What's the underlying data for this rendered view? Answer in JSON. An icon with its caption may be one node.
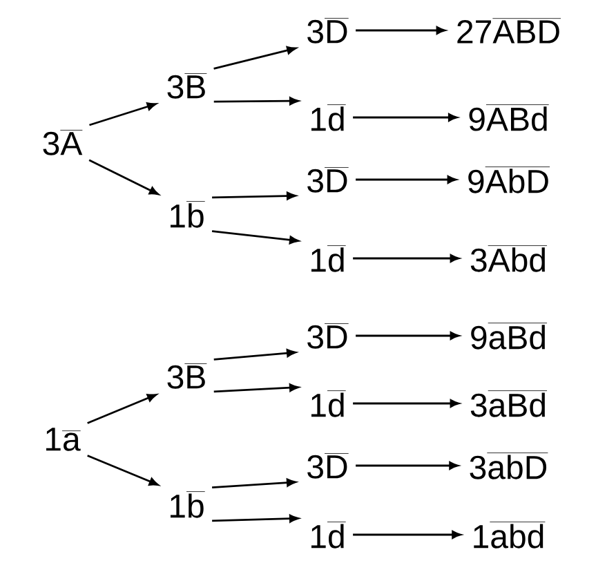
{
  "diagram": {
    "nodes": [
      {
        "text": [
          "\\mathsf{3\\overline{A}}"
        ]
      },
      {
        "text": [
          "\\mathsf{3\\overline{B}}"
        ]
      },
      {
        "text": [
          "\\mathsf{1\\overline{b}}"
        ]
      },
      {
        "text": [
          "\\mathsf{3\\overline{D}}"
        ]
      },
      {
        "text": [
          "\\mathsf{1\\overline{d}}"
        ]
      },
      {
        "text": [
          "\\mathsf{3\\overline{D}}"
        ]
      },
      {
        "text": [
          "\\mathsf{1\\overline{d}}"
        ]
      },
      {
        "text": [
          "\\mathsf{27\\overline{ABD}}"
        ]
      },
      {
        "text": [
          "\\mathsf{9\\overline{ABd}}"
        ]
      },
      {
        "text": [
          "\\mathsf{9\\overline{AbD}}"
        ]
      },
      {
        "text": [
          "\\mathsf{3\\overline{Abd}}"
        ]
      },
      {
        "text": [
          "\\mathsf{1\\overline{a}}"
        ]
      },
      {
        "text": [
          "\\mathsf{3\\overline{B}}"
        ]
      },
      {
        "text": [
          "\\mathsf{1\\overline{b}}"
        ]
      },
      {
        "text": [
          "\\mathsf{3\\overline{D}}"
        ]
      },
      {
        "text": [
          "\\mathsf{1\\overline{d}}"
        ]
      },
      {
        "text": [
          "\\mathsf{3\\overline{D}}"
        ]
      },
      {
        "text": [
          "\\mathsf{1\\overline{d}}"
        ]
      },
      {
        "text": [
          "\\mathsf{9\\overline{aBd}}"
        ]
      },
      {
        "text": [
          "\\mathsf{3\\overline{aBd}}"
        ]
      },
      {
        "text": [
          "\\mathsf{3\\overline{abD}}"
        ]
      },
      {
        "text": [
          "\\mathsf{1\\overline{abd}}"
        ]
      }
    ],
    "edges": [
      {
        "from": 0,
        "to": 1,
        "arrow": "to"
      },
      {
        "from": 0,
        "to": 2,
        "arrow": "to"
      },
      {
        "from": 1,
        "to": 3,
        "arrow": "to"
      },
      {
        "from": 1,
        "to": 4,
        "arrow": "to"
      },
      {
        "from": 2,
        "to": 5,
        "arrow": "to"
      },
      {
        "from": 2,
        "to": 6,
        "arrow": "to"
      },
      {
        "from": 3,
        "to": 7,
        "arrow": "to"
      },
      {
        "from": 4,
        "to": 8,
        "arrow": "to"
      },
      {
        "from": 5,
        "to": 9,
        "arrow": "to"
      },
      {
        "from": 6,
        "to": 10,
        "arrow": "to"
      },
      {
        "from": 11,
        "to": 12,
        "arrow": "to"
      },
      {
        "from": 11,
        "to": 13,
        "arrow": "to"
      },
      {
        "from": 12,
        "to": 14,
        "arrow": "to"
      },
      {
        "from": 12,
        "to": 15,
        "arrow": "to"
      },
      {
        "from": 13,
        "to": 16,
        "arrow": "to"
      },
      {
        "from": 13,
        "to": 17,
        "arrow": "to"
      },
      {
        "from": 14,
        "to": 18,
        "arrow": "to"
      },
      {
        "from": 15,
        "to": 19,
        "arrow": "to"
      },
      {
        "from": 16,
        "to": 20,
        "arrow": "to"
      },
      {
        "from": 17,
        "to": 21,
        "arrow": "to"
      }
    ]
  }
}
